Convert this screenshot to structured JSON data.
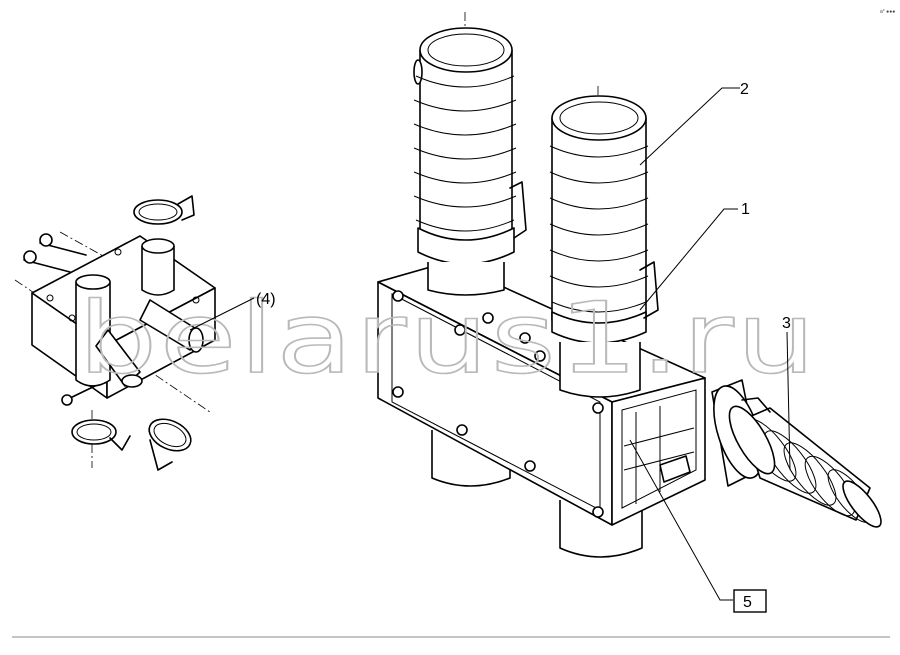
{
  "watermark": "belarus1.ru",
  "corner_code": "a° ●●●",
  "callouts": {
    "c1": "1",
    "c2": "2",
    "c3": "3",
    "c4": "(4)",
    "c5": "5"
  }
}
